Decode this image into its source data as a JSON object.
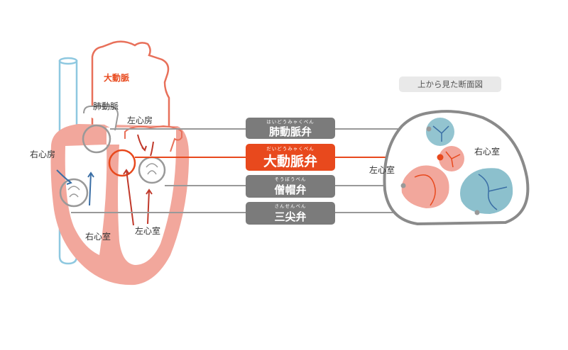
{
  "labels": {
    "aorta": "大動脈",
    "pulmonary_artery": "肺動脈",
    "left_atrium": "左心房",
    "right_atrium": "右心房",
    "right_ventricle": "右心室",
    "left_ventricle": "左心室"
  },
  "valves": [
    {
      "ruby": "はいどうみゃくべん",
      "name": "肺動脈弁",
      "highlight": false
    },
    {
      "ruby": "だいどうみゃくべん",
      "name": "大動脈弁",
      "highlight": true
    },
    {
      "ruby": "そうぼうべん",
      "name": "僧帽弁",
      "highlight": false
    },
    {
      "ruby": "さんせんべん",
      "name": "三尖弁",
      "highlight": false
    }
  ],
  "section_view": {
    "tag": "上から見た断面図",
    "right_ventricle": "右心室",
    "left_ventricle": "左心室"
  },
  "colors": {
    "accent": "#e8491d",
    "muscle": "#f2a79c",
    "muscle_light": "#f7c6bd",
    "outline": "#e8705a",
    "vessel_blue": "#8ec8e0",
    "valve_teal": "#6fb0c0",
    "pill_gray": "#7b7b7b",
    "connector": "#999999"
  }
}
